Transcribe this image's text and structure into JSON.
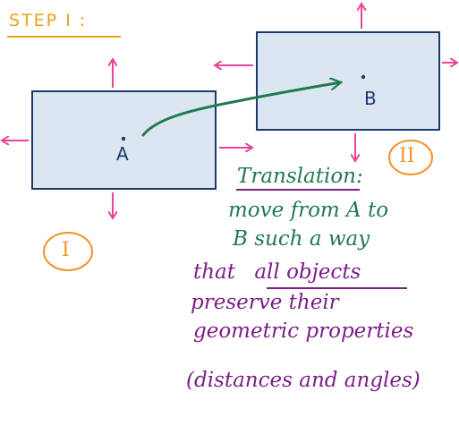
{
  "heading": "STEP I :",
  "points": {
    "a": "A",
    "b": "B"
  },
  "box_labels": {
    "first": "I",
    "second": "II"
  },
  "note": {
    "title": "Translation",
    "title_suffix": ":",
    "line1": "move from A to",
    "line2": "B such a way",
    "line3_prefix": "that",
    "line3_underlined": "all objects",
    "line4": "preserve their",
    "line5": "geometric properties",
    "line6": "(distances and angles)"
  },
  "colors": {
    "heading": "#e8a317",
    "box_fill": "#dce6f1",
    "box_stroke": "#1b3a6b",
    "arrows": "#e8449a",
    "vector": "#1f7a4d",
    "labels_orange": "#f0932b",
    "note_text": "#7a1f86",
    "point_text": "#1b3a6b"
  }
}
